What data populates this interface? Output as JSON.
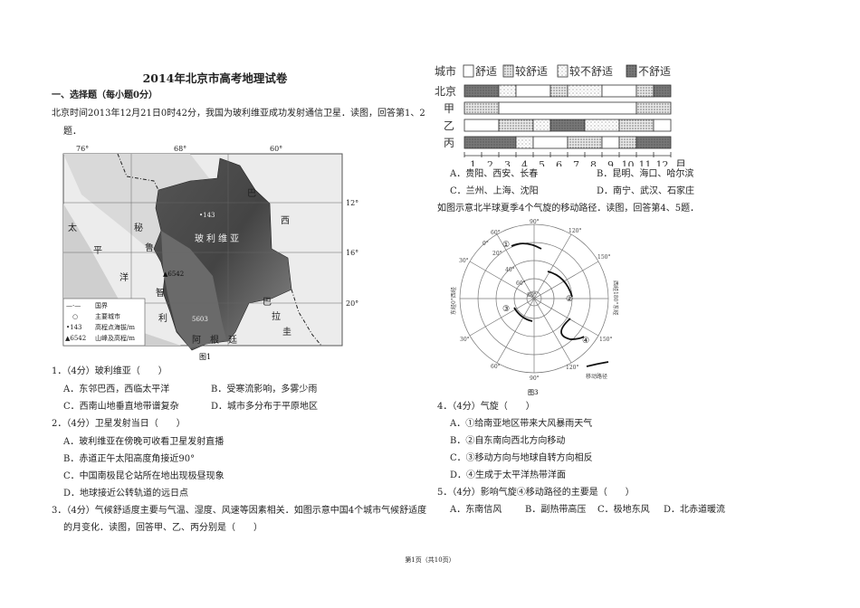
{
  "title": "2014年北京市高考地理试卷",
  "section": "一、选择题（每小题0分）",
  "intro1": "北京时间2013年12月21日0时42分，我国为玻利维亚成功发射通信卫星．读图，回答第1、2",
  "intro1_cont": "题．",
  "map": {
    "lon_labels": [
      "76°",
      "68°",
      "60°"
    ],
    "lat_labels": [
      "12°",
      "16°",
      "20°"
    ],
    "places": [
      "巴",
      "西",
      "秘",
      "鲁",
      "玻利维亚",
      "智",
      "利",
      "巴",
      "拉",
      "圭",
      "阿",
      "根",
      "廷",
      "太",
      "平",
      "洋"
    ],
    "elev_143": "•143",
    "peak_6542": "▲6542",
    "peak_5603": "5603",
    "legend": [
      "国界",
      "主要城市",
      "高程点海拔/m",
      "山峰及高程/m"
    ],
    "legend_keys": [
      "—·—",
      "○",
      "•143",
      "▲6542"
    ],
    "caption": "图1"
  },
  "q1": {
    "stem": "1．（4分）玻利维亚（　　）",
    "A": "A．东邻巴西，西临太平洋",
    "B": "B．受寒流影响，多雾少雨",
    "C": "C．西南山地垂直地带谱复杂",
    "D": "D．城市多分布于平原地区"
  },
  "q2": {
    "stem": "2．（4分）卫星发射当日（　　）",
    "A": "A．玻利维亚在傍晚可收看卫星发射直播",
    "B": "B．赤道正午太阳高度角接近90°",
    "C": "C．中国南极昆仑站所在地出现极昼现象",
    "D": "D．地球接近公转轨道的远日点"
  },
  "q3": {
    "stem": "3．（4分）气候舒适度主要与气温、湿度、风速等因素相关．如图示意中国4个城市气候舒适度",
    "stem2": "的月变化．读图，回答甲、乙、丙分别是（　　）",
    "A": "A．贵阳、西安、长春",
    "B": "B．昆明、海口、哈尔滨",
    "C": "C．兰州、上海、沈阳",
    "D": "D．南宁、武汉、石家庄"
  },
  "chart_data": {
    "type": "table",
    "row_header": "城市",
    "legend": [
      "舒适",
      "较舒适",
      "较不舒适",
      "不舒适"
    ],
    "categories": [
      "1",
      "2",
      "3",
      "4",
      "5",
      "6",
      "7",
      "8",
      "9",
      "10",
      "11",
      "12"
    ],
    "x_unit": "月",
    "rows": [
      {
        "name": "北京",
        "values": [
          "不舒适",
          "不舒适",
          "较不舒适",
          "舒适",
          "舒适",
          "较舒适",
          "较不舒适",
          "较不舒适",
          "舒适",
          "舒适",
          "较舒适",
          "不舒适"
        ]
      },
      {
        "name": "甲",
        "values": [
          "较舒适",
          "较舒适",
          "舒适",
          "舒适",
          "舒适",
          "舒适",
          "舒适",
          "舒适",
          "舒适",
          "舒适",
          "较舒适",
          "较舒适"
        ]
      },
      {
        "name": "乙",
        "values": [
          "舒适",
          "舒适",
          "较舒适",
          "较舒适",
          "较不舒适",
          "不舒适",
          "不舒适",
          "较不舒适",
          "较不舒适",
          "较舒适",
          "较舒适",
          "舒适"
        ]
      },
      {
        "name": "丙",
        "values": [
          "不舒适",
          "不舒适",
          "不舒适",
          "较不舒适",
          "舒适",
          "舒适",
          "较舒适",
          "较舒适",
          "舒适",
          "较舒适",
          "不舒适",
          "不舒适"
        ]
      }
    ]
  },
  "intro2": "如图示意北半球夏季4个气旋的移动路径．读图，回答第4、5题．",
  "polar": {
    "lon_labels": [
      "90°",
      "60°",
      "30°",
      "120°",
      "150°",
      "30°",
      "60°",
      "90°",
      "120°",
      "150°",
      "0°"
    ],
    "lat_labels": [
      "20°",
      "40°",
      "60°",
      "80°"
    ],
    "left_axis": "东经0°西经",
    "right_axis": "西经180°东经",
    "cyclones": [
      "①",
      "②",
      "③",
      "④"
    ],
    "legend": "移动路径",
    "caption": "图3"
  },
  "q4": {
    "stem": "4．（4分）气旋（　　）",
    "A": "A．①给南亚地区带来大风暴雨天气",
    "B": "B．②自东南向西北方向移动",
    "C": "C．③移动方向与地球自转方向相反",
    "D": "D．④生成于太平洋热带洋面"
  },
  "q5": {
    "stem": "5．（4分）影响气旋④移动路径的主要是（　　）",
    "A": "A．东南信风",
    "B": "B．副热带高压",
    "C": "C．极地东风",
    "D": "D．北赤道暖流"
  },
  "footer": "第1页（共10页）",
  "colors": {
    "舒适": "#ffffff",
    "较舒适": "#cfcfcf",
    "较不舒适": "#eeeeee",
    "不舒适": "#7a7a7a"
  }
}
